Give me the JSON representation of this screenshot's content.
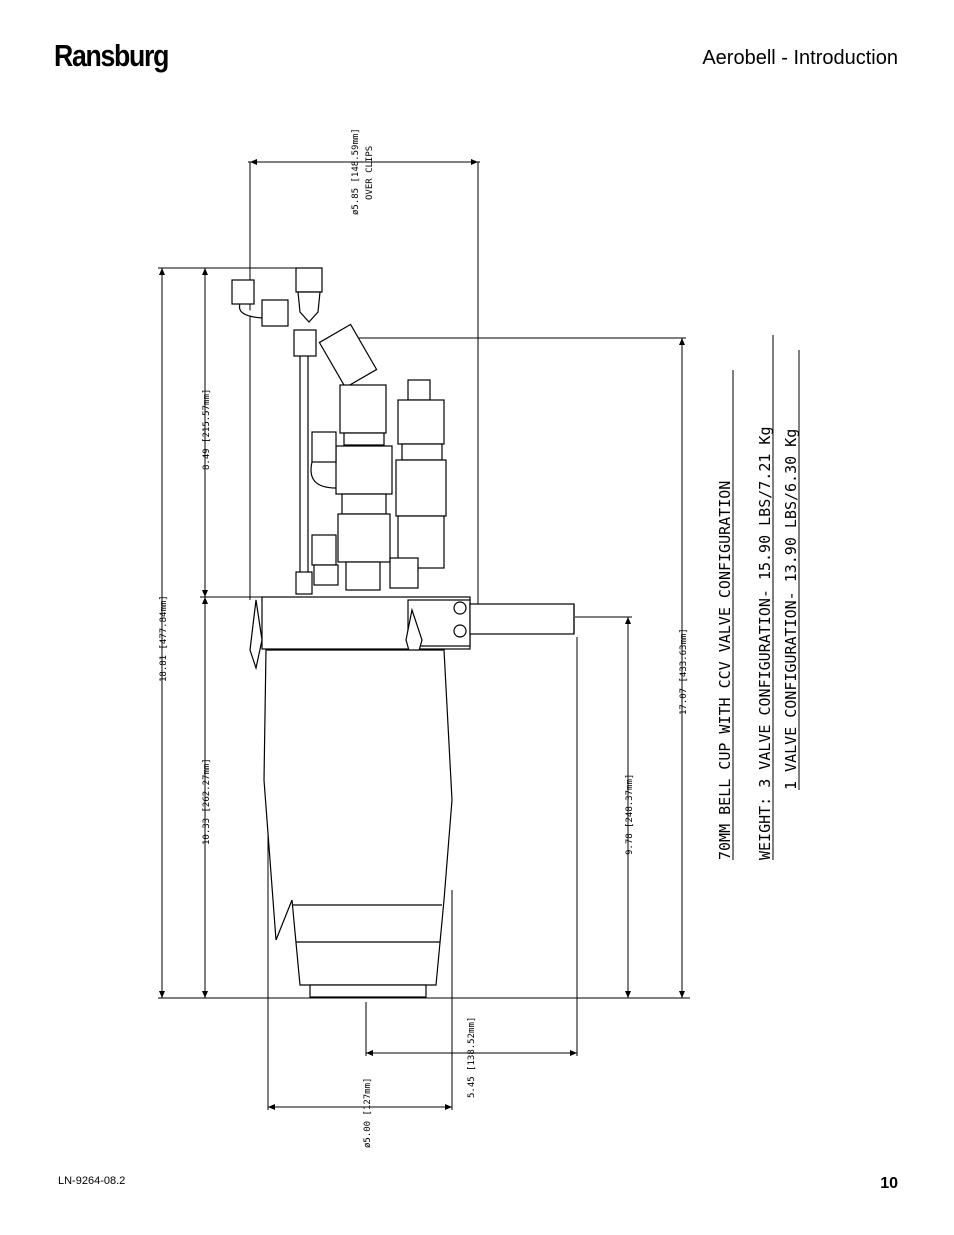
{
  "header": {
    "brand": "Ransburg",
    "section_title": "Aerobell - Introduction"
  },
  "footer": {
    "doc_number": "LN-9264-08.2",
    "page_number": "10"
  },
  "drawing": {
    "dimensions": {
      "over_clips_diameter": "ø5.85 [148.59mm]",
      "over_clips_label": "OVER CLIPS",
      "upper_height": "8.49 [215.57mm]",
      "overall_height": "18.81 [477.84mm]",
      "lower_height": "10.33 [262.27mm]",
      "right_height": "17.07 [433.63mm]",
      "shaft_height": "9.78 [248.37mm]",
      "offset_width": "5.45 [138.52mm]",
      "body_diameter": "ø5.00 [127mm]"
    },
    "notes": {
      "line1": "70MM BELL CUP WITH CCV VALVE CONFIGURATION",
      "line2": "WEIGHT: 3 VALVE CONFIGURATION- 15.90 LBS/7.21 Kg",
      "line3": "1 VALVE CONFIGURATION- 13.90 LBS/6.30 Kg"
    }
  }
}
